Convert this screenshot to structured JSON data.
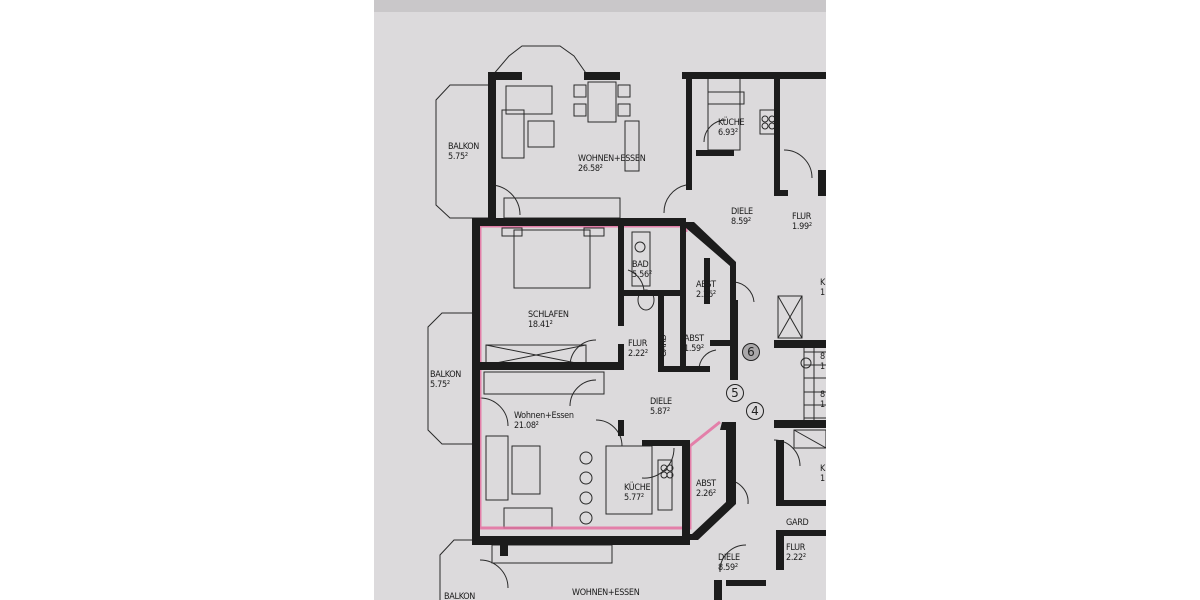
{
  "document": {
    "type": "apartment floor plan (printed, photographed)",
    "highlight_color": "#e46fa0",
    "wall_color": "#1c1c1c",
    "paper_color": "#dcdadc"
  },
  "rooms": {
    "balkon_top": {
      "name": "BALKON",
      "area": "5.75²"
    },
    "wohnen_essen_top": {
      "name": "WOHNEN+ESSEN",
      "area": "26.58²"
    },
    "kueche_top": {
      "name": "KÜCHE",
      "area": "6.93²"
    },
    "diele_top": {
      "name": "DIELE",
      "area": "8.59²"
    },
    "flur_top_right": {
      "name": "FLUR",
      "area": "1.99²"
    },
    "bad": {
      "name": "BAD",
      "area": "5.56²"
    },
    "abst_upper": {
      "name": "ABST",
      "area": "2.26²"
    },
    "schlafen": {
      "name": "SCHLAFEN",
      "area": "18.41²"
    },
    "flur_mid": {
      "name": "FLUR",
      "area": "2.22²"
    },
    "gard_mid": {
      "name": "GARD"
    },
    "abst_small": {
      "name": "ABST",
      "area": "1.59²"
    },
    "balkon_mid": {
      "name": "BALKON",
      "area": "5.75²"
    },
    "wohnen_essen_mid": {
      "name": "Wohnen+Essen",
      "area": "21.08²"
    },
    "diele_mid": {
      "name": "DIELE",
      "area": "5.87²"
    },
    "kueche_mid": {
      "name": "KÜCHE",
      "area": "5.77²"
    },
    "abst_lower": {
      "name": "ABST",
      "area": "2.26²"
    },
    "gard_lower": {
      "name": "GARD"
    },
    "diele_bottom": {
      "name": "DIELE",
      "area": "8.59²"
    },
    "flur_bottom": {
      "name": "FLUR",
      "area": "2.22²"
    },
    "wohnen_essen_bottom": {
      "name": "WOHNEN+ESSEN"
    },
    "balkon_bottom": {
      "name": "BALKON"
    }
  },
  "unit_markers": [
    "6",
    "5",
    "4"
  ],
  "partial_labels_right_edge": [
    "K",
    "1",
    "8",
    "1",
    "8",
    "1",
    "K",
    "1"
  ]
}
